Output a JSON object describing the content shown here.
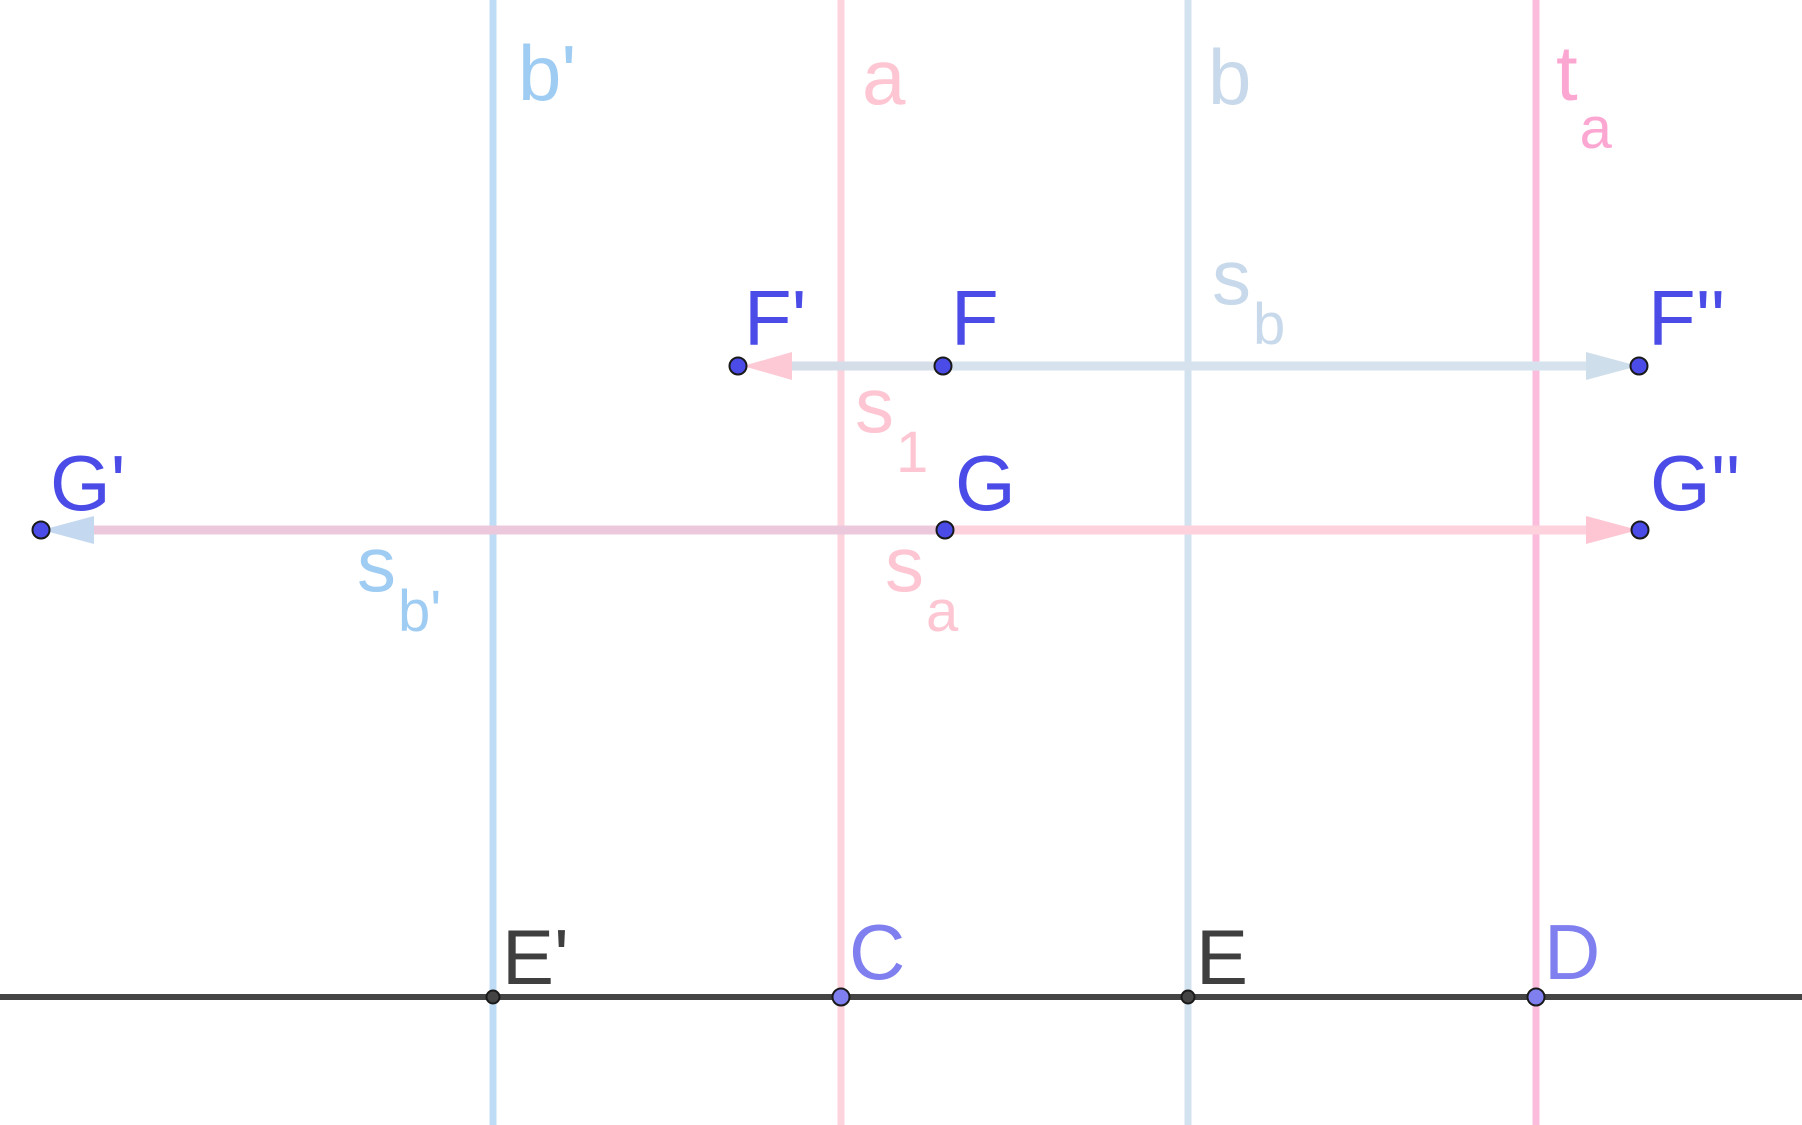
{
  "colors": {
    "blue_light": "#9fccf2",
    "blue_grey": "#c7d9ea",
    "pink_light": "#fdc6d2",
    "pink_strong": "#fca7d2",
    "point_blue": "#4b4be8",
    "point_violet": "#7f7ff0",
    "dark": "#3f3f3f"
  },
  "lines": {
    "b_prime": {
      "name": "b'"
    },
    "a": {
      "name": "a"
    },
    "b": {
      "name": "b"
    },
    "t_a": {
      "main": "t",
      "sub": "a"
    }
  },
  "vectors": {
    "s_b": {
      "main": "s",
      "sub": "b"
    },
    "s_1": {
      "main": "s",
      "sub": "1"
    },
    "s_b_prime": {
      "main": "s",
      "sub": "b'"
    },
    "s_a": {
      "main": "s",
      "sub": "a"
    }
  },
  "points": {
    "F_prime": "F'",
    "F": "F",
    "F_double": "F''",
    "G_prime": "G'",
    "G": "G",
    "G_double": "G''",
    "E_prime": "E'",
    "C": "C",
    "E": "E",
    "D": "D"
  }
}
